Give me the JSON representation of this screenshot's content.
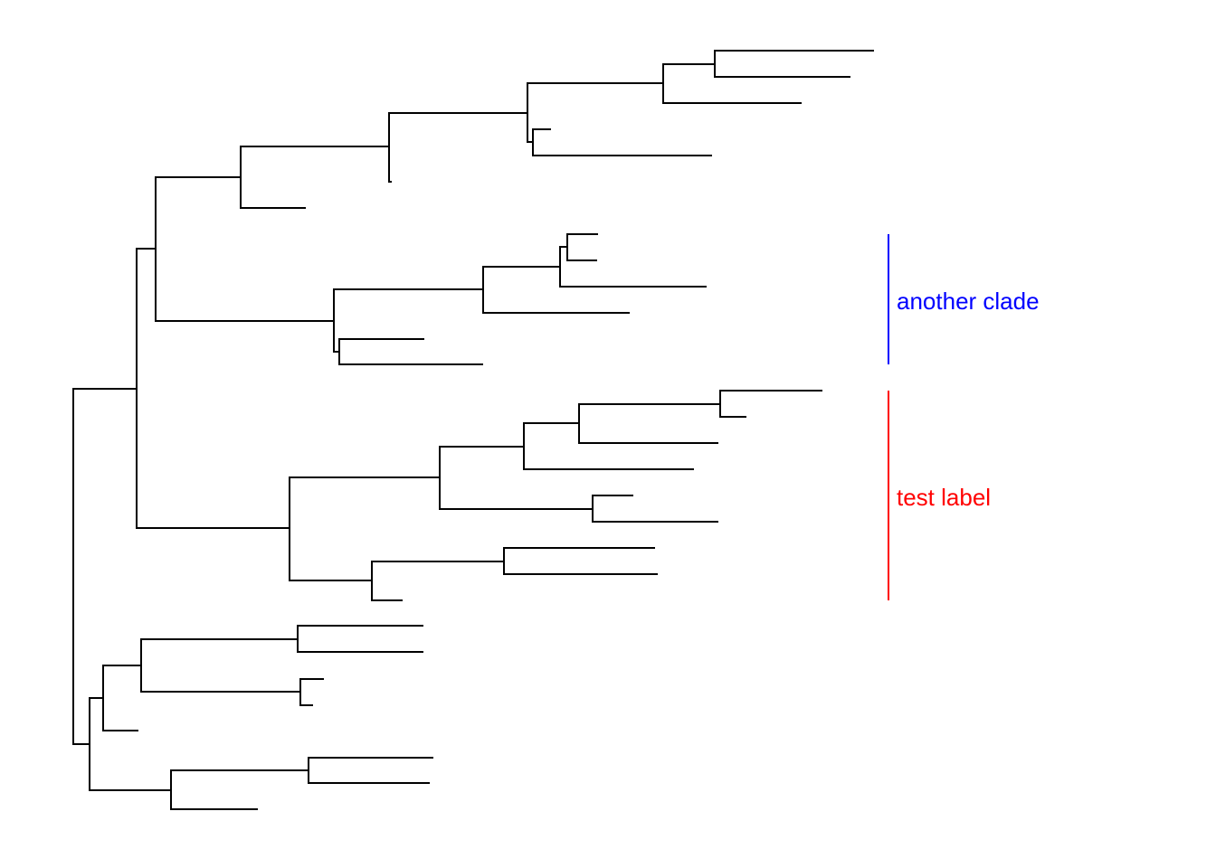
{
  "figure": {
    "type": "phylogenetic-tree",
    "layout": "rectangular",
    "tip_labels_shown": false,
    "branch_color": "#000000"
  },
  "clade_labels": [
    {
      "id": "another-clade",
      "text": "another clade",
      "color": "#0000ff"
    },
    {
      "id": "test-label",
      "text": "test label",
      "color": "#ff0000"
    }
  ]
}
